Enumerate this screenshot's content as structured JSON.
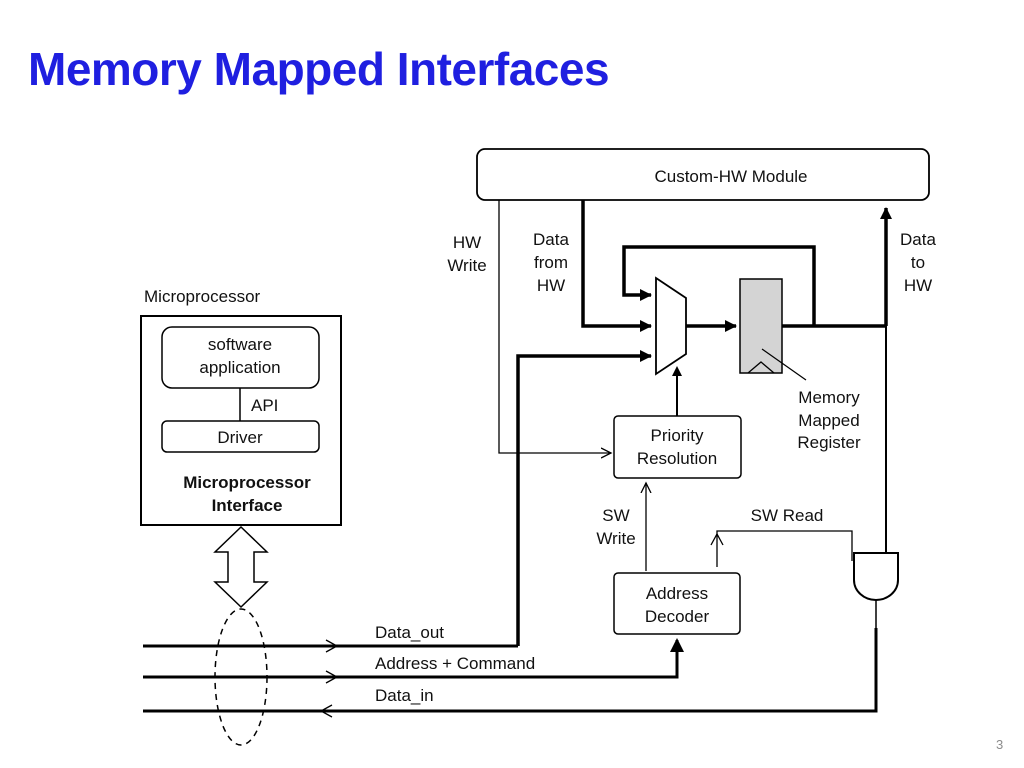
{
  "slide": {
    "title": "Memory Mapped Interfaces",
    "page_number": "3"
  },
  "diagram": {
    "custom_hw_module": "Custom-HW Module",
    "hw_write": [
      "HW",
      "Write"
    ],
    "data_from_hw": [
      "Data",
      "from",
      "HW"
    ],
    "data_to_hw": [
      "Data",
      "to",
      "HW"
    ],
    "microprocessor_label": "Microprocessor",
    "software_application": [
      "software",
      "application"
    ],
    "api": "API",
    "driver": "Driver",
    "microprocessor_interface": [
      "Microprocessor",
      "Interface"
    ],
    "priority_resolution": [
      "Priority",
      "Resolution"
    ],
    "memory_mapped_register": [
      "Memory",
      "Mapped",
      "Register"
    ],
    "sw_write": [
      "SW",
      "Write"
    ],
    "sw_read": "SW Read",
    "address_decoder": [
      "Address",
      "Decoder"
    ],
    "bus_data_out": "Data_out",
    "bus_address_command": "Address + Command",
    "bus_data_in": "Data_in"
  },
  "colors": {
    "title": "#1f1fe0",
    "register_fill": "#d4d4d4",
    "lines": "#000000"
  }
}
